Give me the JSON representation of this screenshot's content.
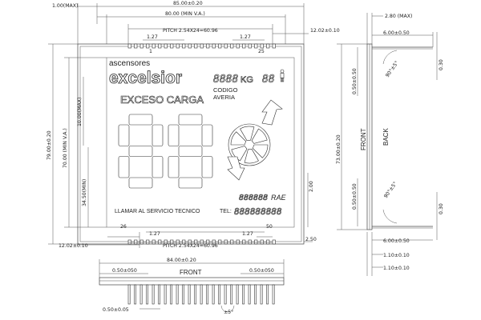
{
  "dims": {
    "top_left_max": "1.00(MAX)",
    "width_overall": "85.00±0.20",
    "width_min_va": "80.00 (MIN V.A.)",
    "pitch_top": "PITCH 2.54X24=60.96",
    "pitch_bottom": "PITCH 2.54X24=60.96",
    "pin_127_tl": "1.27",
    "pin_127_tr": "1.27",
    "pin_127_bl": "1.27",
    "pin_127_br": "1.27",
    "offset_top_right": "12.02±0.10",
    "offset_bottom_left": "12.02±0.10",
    "height_overall": "79.00±0.20",
    "height_min_va": "70.00 (MIN V.A.)",
    "height_10max": "10.00(MAX)",
    "height_3450": "34.50(MIN)",
    "dim_200": "2.00",
    "dim_250": "2.50",
    "pin_1_top": "1",
    "pin_25_top": "25",
    "pin_26_bot": "26",
    "pin_50_bot": "50",
    "side_280": "2.80 (MAX)",
    "side_600_top": "6.00±0.50",
    "side_600_bot": "6.00±0.50",
    "side_030_top": "0.30",
    "side_030_bot": "0.30",
    "side_050_top": "0.50±0.50",
    "side_050_bot": "0.50±0.50",
    "side_7300": "73.00±0.20",
    "side_110_a": "1.10±0.10",
    "side_110_b": "1.10±0.10",
    "angle_top": "90°±5°",
    "angle_bot": "90°±5°",
    "bottom_8400": "84.00±0.20",
    "bottom_050_l": "0.50±050",
    "bottom_050_r": "0.50±050",
    "bottom_pin": "0.50±0.05",
    "bottom_angle": "±5°"
  },
  "labels": {
    "front_side": "FRONT",
    "back_side": "BACK",
    "front_bottom": "FRONT"
  },
  "display": {
    "brand_top": "ascensores",
    "brand": "excelsior",
    "weight_digits": "8888",
    "weight_unit": "KG",
    "person_digits": "88",
    "codigo": "CODIGO",
    "averia": "AVERIA",
    "exceso": "EXCESO CARGA",
    "rae_digits": "888888",
    "rae": "RAE",
    "llamar": "LLAMAR AL SERVICIO TECNICO",
    "tel": "TEL:",
    "tel_digits": "888888888"
  }
}
